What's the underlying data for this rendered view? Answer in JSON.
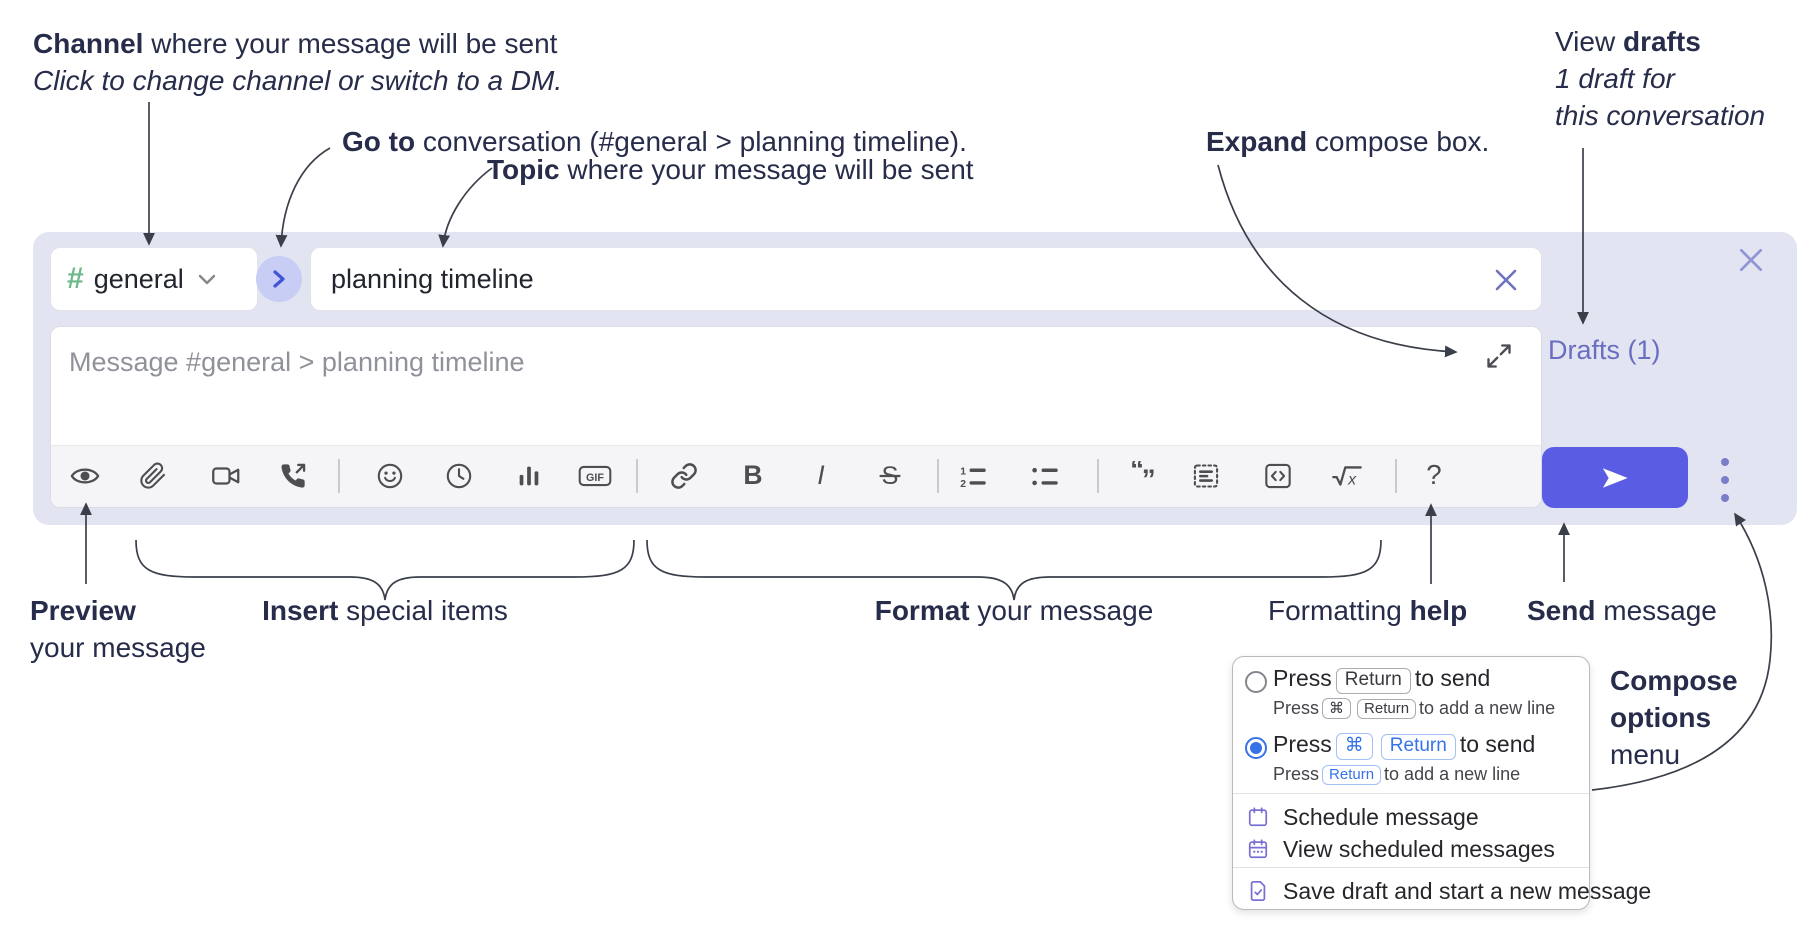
{
  "annotations": {
    "channel": {
      "bold": "Channel",
      "rest": " where your message will be sent",
      "line2": "Click to change channel or switch to a DM."
    },
    "goto": {
      "bold": "Go to",
      "rest": " conversation (#general &gt; planning timeline).",
      "rest_plain": " conversation (#general > planning timeline)."
    },
    "topic": {
      "bold": "Topic",
      "rest": " where your message will be sent"
    },
    "expand": {
      "bold": "Expand",
      "rest": " compose box."
    },
    "drafts": {
      "pre": "View ",
      "bold": "drafts",
      "line2": "1 draft for",
      "line3": "this conversation"
    },
    "preview": {
      "bold": "Preview",
      "line2": "your message"
    },
    "insert": {
      "bold": "Insert",
      "rest": " special items"
    },
    "format": {
      "bold": "Format",
      "rest": " your message"
    },
    "fmthelp": {
      "pre": "Formatting ",
      "bold": "help"
    },
    "send": {
      "bold": "Send",
      "rest": " message"
    },
    "compose_options": {
      "bold1": "Compose",
      "bold2": "options",
      "line3": "menu"
    }
  },
  "compose": {
    "channel_hash": "#",
    "channel_name": "general",
    "topic_value": "planning timeline",
    "message_placeholder": "Message #general > planning timeline",
    "drafts_link": "Drafts (1)"
  },
  "toolbar": {
    "glyphs": {
      "gif": "GIF",
      "bold": "B",
      "italic": "I",
      "strike": "S",
      "help": "?",
      "num1": "1",
      "num2": "2",
      "math_x": "x",
      "quote_open": "“",
      "quote_close": "”"
    }
  },
  "popup": {
    "row1": {
      "press": "Press",
      "key": "Return",
      "suffix": "to send"
    },
    "row1sub": {
      "press": "Press",
      "key1": "⌘",
      "key2": "Return",
      "suffix": "to add a new line"
    },
    "row2": {
      "press": "Press",
      "key1": "⌘",
      "key2": "Return",
      "suffix": "to send"
    },
    "row2sub": {
      "press": "Press",
      "key": "Return",
      "suffix": "to add a new line"
    },
    "items": [
      "Schedule message",
      "View scheduled messages",
      "Save draft and start a new message"
    ]
  },
  "colors": {
    "accent_blurple": "#5a5ce4",
    "link_purple": "#6a6ec0",
    "hash_green": "#6cb98a",
    "keyboard_blue": "#3672e8",
    "menu_icon_purple": "#7a70d4",
    "annotation_navy": "#262c49"
  }
}
